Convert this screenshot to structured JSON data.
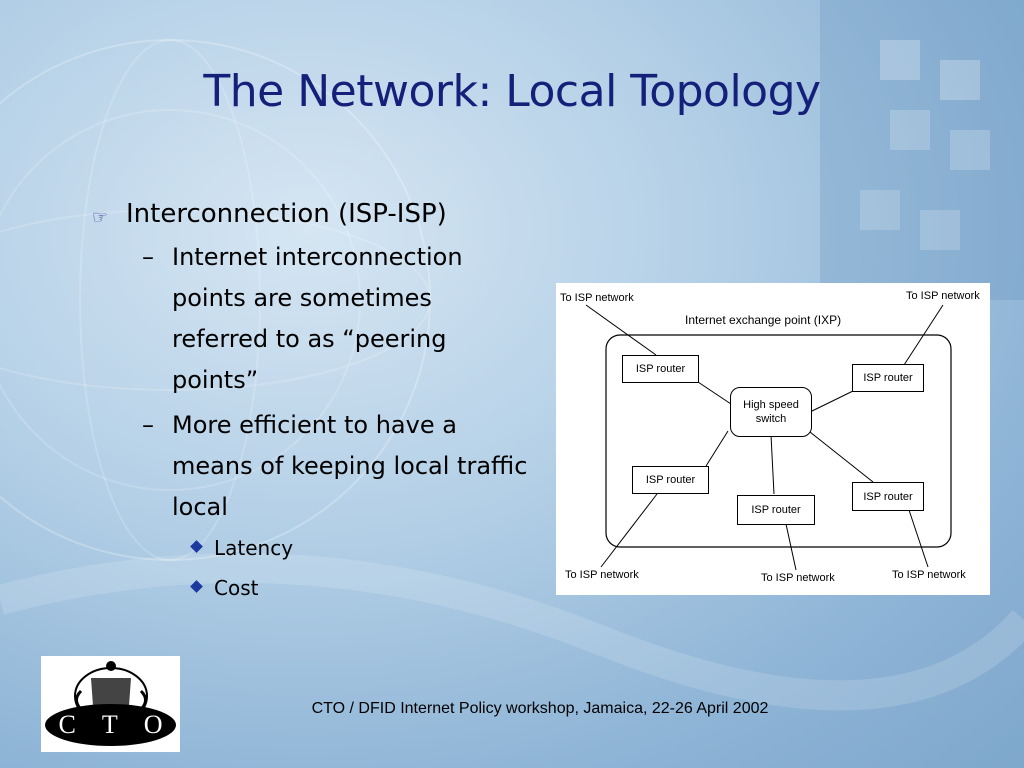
{
  "slide": {
    "title": "The Network: Local Topology",
    "bullets": {
      "main": "Interconnection (ISP-ISP)",
      "main_icon": "pointing-hand-icon",
      "sub1_lines": [
        "Internet interconnection",
        "points are sometimes",
        "referred to as “peering",
        "points”"
      ],
      "sub2_lines": [
        "More efficient to have a",
        "means of keeping local traffic",
        "local"
      ],
      "sub_sub": [
        "Latency",
        "Cost"
      ],
      "dash": "–"
    },
    "footer": "CTO / DFID Internet Policy workshop, Jamaica, 22-26 April 2002",
    "logo": {
      "text": "C T O",
      "icon": "crest-icon"
    }
  },
  "diagram": {
    "title": "Internet exchange point (IXP)",
    "center": [
      "High speed",
      "switch"
    ],
    "routers": [
      "ISP router",
      "ISP router",
      "ISP router",
      "ISP router",
      "ISP router"
    ],
    "externals": [
      "To ISP network",
      "To ISP network",
      "To ISP network",
      "To ISP network",
      "To ISP network"
    ]
  },
  "colors": {
    "title": "#14207a",
    "background": "#a9c8e3",
    "bullet_diamond": "#1a3aa0"
  }
}
